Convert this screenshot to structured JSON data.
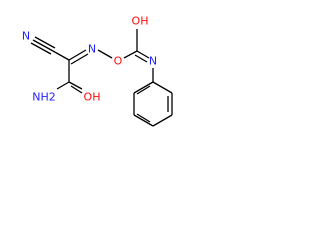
{
  "atoms": [
    {
      "name": "nitrogen-nitrile",
      "label": "N",
      "color": "#1f1fff"
    },
    {
      "name": "nitrogen-oxime",
      "label": "N",
      "color": "#1f1fff"
    },
    {
      "name": "oxygen-ether",
      "label": "O",
      "color": "#ff0d0d"
    },
    {
      "name": "hydroxyl-carbamate",
      "label": "OH",
      "color": "#ff0d0d"
    },
    {
      "name": "nitrogen-imine",
      "label": "N",
      "color": "#1f1fff"
    },
    {
      "name": "amine-group",
      "label": "NH2",
      "color": "#1f1fff"
    },
    {
      "name": "hydroxyl-amide",
      "label": "OH",
      "color": "#ff0d0d"
    }
  ]
}
